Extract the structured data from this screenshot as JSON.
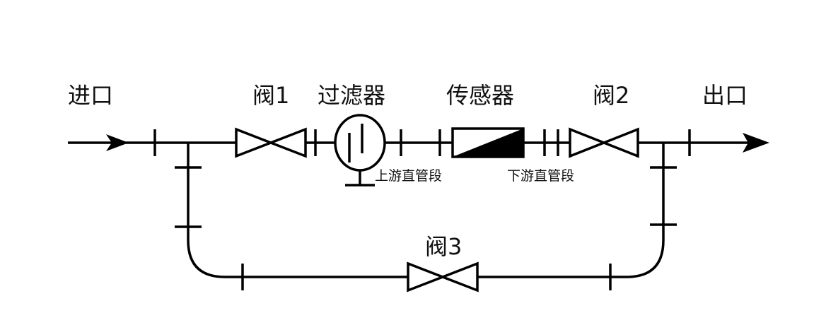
{
  "labels": {
    "inlet": "进口",
    "valve1": "阀1",
    "filter": "过滤器",
    "sensor": "传感器",
    "valve2": "阀2",
    "outlet": "出口",
    "upstream": "上游直管段",
    "downstream": "下游直管段",
    "valve3": "阀3"
  }
}
